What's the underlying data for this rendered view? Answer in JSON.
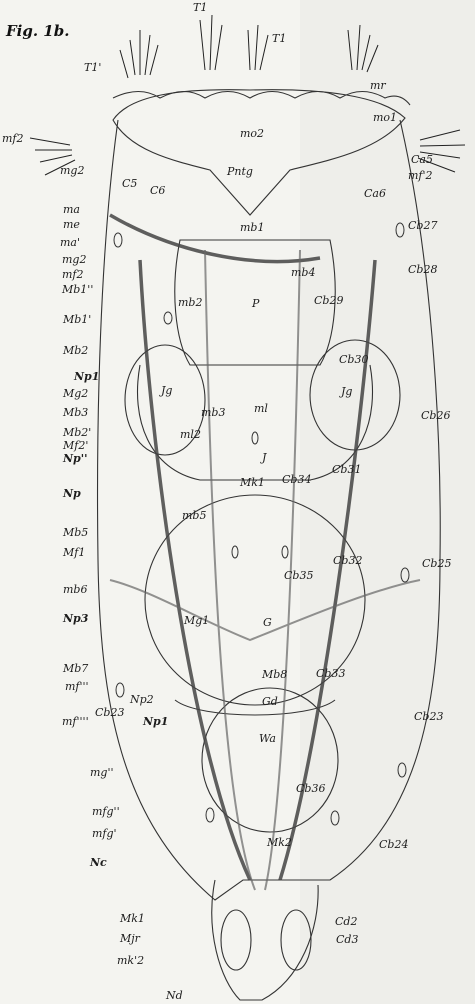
{
  "figure": {
    "title": "Fig. 1b."
  },
  "labels": {
    "T1_top": "T1",
    "T1_mid": "T1",
    "T1_left": "T1'",
    "mf2_top": "mf2",
    "mg2_top": "mg2",
    "C5": "C5",
    "C6": "C6",
    "ma": "ma",
    "me": "me",
    "ma_prime": "ma'",
    "mg2": "mg2",
    "mf2": "mf2",
    "Mb1_dprime": "Mb1''",
    "Mb1_prime": "Mb1'",
    "Mb2": "Mb2",
    "Np1_prime": "Np1",
    "Mg2": "Mg2",
    "Mb3": "Mb3",
    "Mb2_prime": "Mb2'",
    "Mf2_prime": "Mf2'",
    "Np_dprime": "Np''",
    "Np": "Np",
    "Mb5": "Mb5",
    "Mf1": "Mf1",
    "mb6": "mb6",
    "Np3": "Np3",
    "Mb7": "Mb7",
    "mf_tprime": "mf'''",
    "Np2": "Np2",
    "Cb23_left": "Cb23",
    "mf_qprime": "mf''''",
    "Np1": "Np1",
    "mg_inner": "mg''",
    "mfg_dprime": "mfg''",
    "mfg_prime": "mfg'",
    "Nc": "Nc",
    "Mk1": "Mk1",
    "Mjr": "Mjr",
    "mk2_prime": "mk'2",
    "Nd": "Nd",
    "mr": "mr",
    "mo2": "mo2",
    "Pntg": "Pntg",
    "mo1": "mo1",
    "Ca5": "Ca5",
    "mf2_right": "mf'2",
    "Ca6": "Ca6",
    "Cb27": "Cb27",
    "Cb28": "Cb28",
    "Cb29": "Cb29",
    "Cb30": "Cb30",
    "Cb26": "Cb26",
    "Cb31": "Cb31",
    "Cb32": "Cb32",
    "Cb25": "Cb25",
    "Cb33": "Cb33",
    "Cb23_right": "Cb23",
    "Cb24": "Cb24",
    "Cd2": "Cd2",
    "Cd3": "Cd3",
    "mb1": "mb1",
    "mb4": "mb4",
    "mb2": "mb2",
    "P": "P",
    "Jg_left": "Jg",
    "Jg_right": "Jg",
    "mb3": "mb3",
    "ml": "ml",
    "ml2": "ml2",
    "J": "J",
    "Mk1_center": "Mk1",
    "Cb34": "Cb34",
    "mb5": "mb5",
    "Cb35": "Cb35",
    "Mg1": "Mg1",
    "G": "G",
    "Mb8": "Mb8",
    "Gd": "Gd",
    "Wa": "Wa",
    "Cb36": "Cb36",
    "Mk2": "Mk2"
  }
}
